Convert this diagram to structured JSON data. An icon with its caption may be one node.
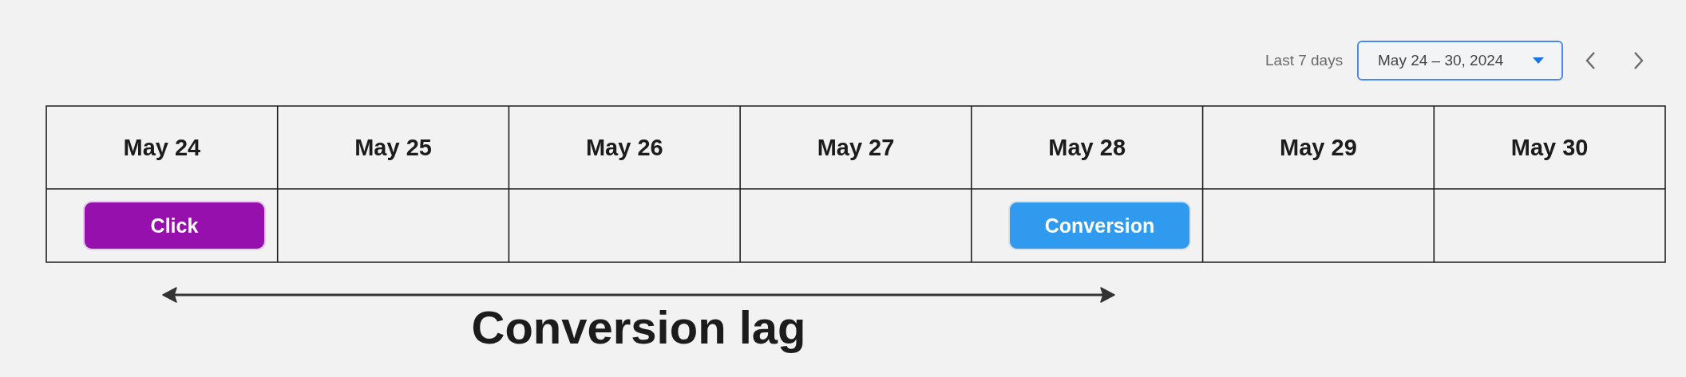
{
  "diagram": {
    "nodes": [
      {
        "text": [
          "Click"
        ]
      },
      {
        "text": [
          "Conversion"
        ]
      }
    ],
    "labels": [
      "Last 7 days",
      "May 24 – 30, 2024",
      "May 24",
      "May 25",
      "May 26",
      "May 27",
      "May 28",
      "May 29",
      "May 30",
      "Conversion lag"
    ]
  }
}
